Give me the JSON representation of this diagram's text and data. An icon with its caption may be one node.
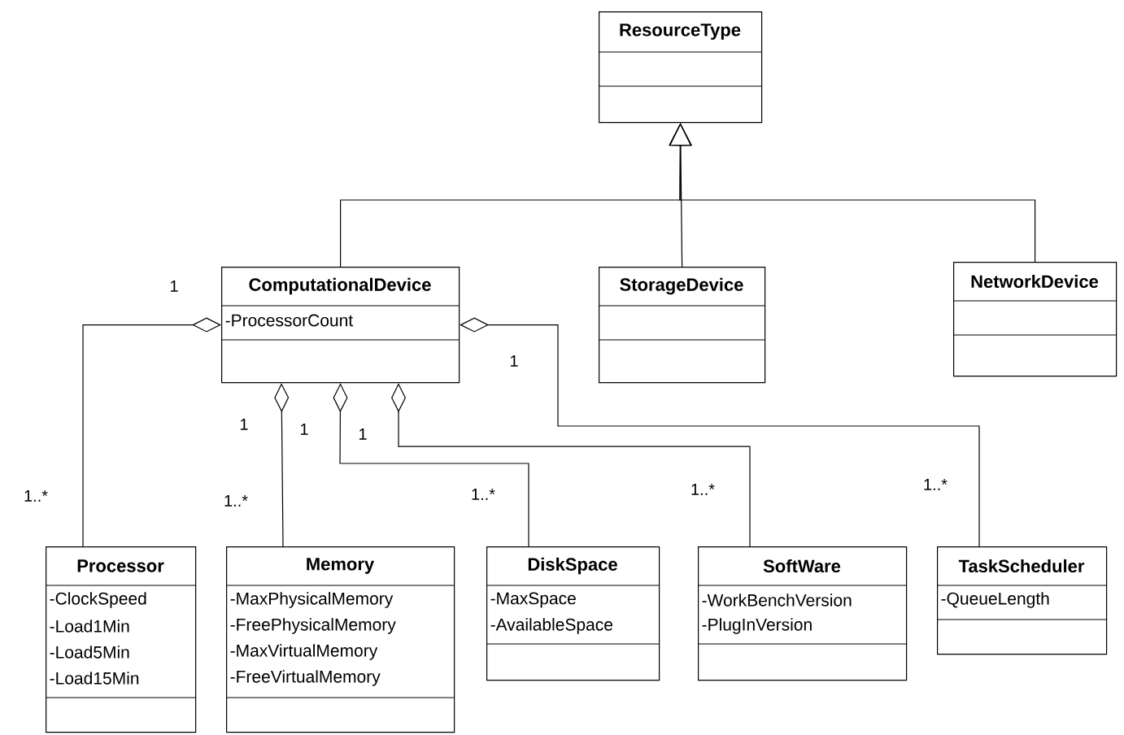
{
  "diagram": {
    "nodes": [
      {
        "text": [
          "ResourceType"
        ]
      },
      {
        "text": [
          "ComputationalDevice",
          "-ProcessorCount"
        ]
      },
      {
        "text": [
          "StorageDevice"
        ]
      },
      {
        "text": [
          "NetworkDevice"
        ]
      },
      {
        "text": [
          "Processor",
          "-ClockSpeed",
          "-Load1Min",
          "-Load5Min",
          "-Load15Min"
        ]
      },
      {
        "text": [
          "Memory",
          "-MaxPhysicalMemory",
          "-FreePhysicalMemory",
          "-MaxVirtualMemory",
          "-FreeVirtualMemory"
        ]
      },
      {
        "text": [
          "DiskSpace",
          "-MaxSpace",
          "-AvailableSpace"
        ]
      },
      {
        "text": [
          "SoftWare",
          "-WorkBenchVersion",
          "-PlugInVersion"
        ]
      },
      {
        "text": [
          "TaskScheduler",
          "-QueueLength"
        ]
      }
    ],
    "edges": [
      {
        "from": 1,
        "to": 0,
        "arrow": "to"
      },
      {
        "from": 2,
        "to": 0,
        "arrow": "to"
      },
      {
        "from": 3,
        "to": 0,
        "arrow": "to"
      },
      {
        "from": 1,
        "to": 4,
        "arrow": "other"
      },
      {
        "from": 1,
        "to": 5,
        "arrow": "other"
      },
      {
        "from": 1,
        "to": 6,
        "arrow": "other"
      },
      {
        "from": 1,
        "to": 7,
        "arrow": "other"
      },
      {
        "from": 1,
        "to": 8,
        "arrow": "other"
      }
    ],
    "labels": [
      "1",
      "1",
      "1",
      "1",
      "1",
      "1..*",
      "1..*",
      "1..*",
      "1..*",
      "1..*"
    ]
  }
}
